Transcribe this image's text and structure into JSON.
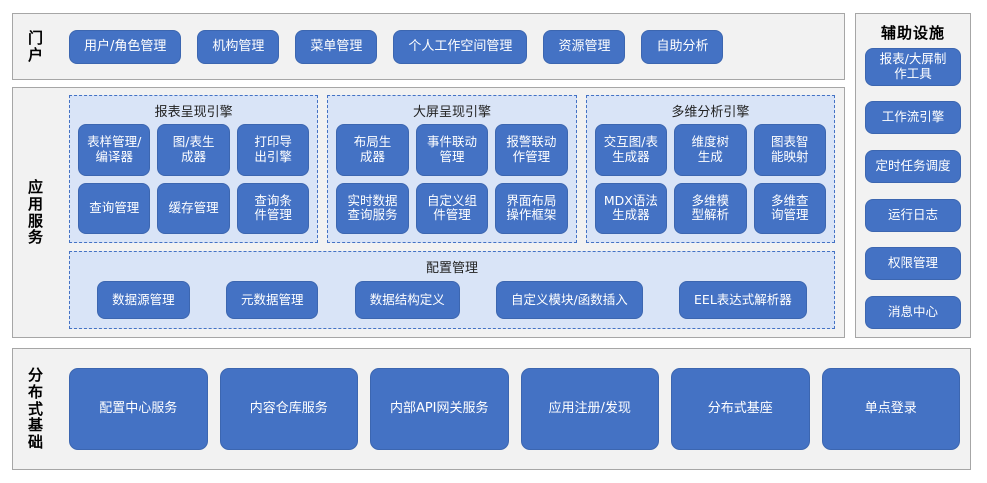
{
  "colors": {
    "button_fill": "#4472c4",
    "group_fill": "#d9e4f7",
    "frame_fill": "#f2f2f2",
    "frame_border": "#a6a6a6",
    "group_border": "#4472c4",
    "button_text": "#ffffff",
    "caption_text": "#000000"
  },
  "portal": {
    "caption": "门户",
    "items": [
      {
        "label": "用户/角色管理"
      },
      {
        "label": "机构管理"
      },
      {
        "label": "菜单管理"
      },
      {
        "label": "个人工作空间管理"
      },
      {
        "label": "资源管理"
      },
      {
        "label": "自助分析"
      }
    ]
  },
  "app_service": {
    "caption": "应用服务",
    "engines": [
      {
        "title": "报表呈现引擎",
        "items": [
          {
            "label": "表样管理/\n编译器"
          },
          {
            "label": "图/表生\n成器"
          },
          {
            "label": "打印导\n出引擎"
          },
          {
            "label": "查询管理"
          },
          {
            "label": "缓存管理"
          },
          {
            "label": "查询条\n件管理"
          }
        ]
      },
      {
        "title": "大屏呈现引擎",
        "items": [
          {
            "label": "布局生\n成器"
          },
          {
            "label": "事件联动\n管理"
          },
          {
            "label": "报警联动\n作管理"
          },
          {
            "label": "实时数据\n查询服务"
          },
          {
            "label": "自定义组\n件管理"
          },
          {
            "label": "界面布局\n操作框架"
          }
        ]
      },
      {
        "title": "多维分析引擎",
        "items": [
          {
            "label": "交互图/表\n生成器"
          },
          {
            "label": "维度树\n生成"
          },
          {
            "label": "图表智\n能映射"
          },
          {
            "label": "MDX语法\n生成器"
          },
          {
            "label": "多维模\n型解析"
          },
          {
            "label": "多维查\n询管理"
          }
        ]
      }
    ],
    "config": {
      "title": "配置管理",
      "items": [
        {
          "label": "数据源管理"
        },
        {
          "label": "元数据管理"
        },
        {
          "label": "数据结构定义"
        },
        {
          "label": "自定义模块/函数插入"
        },
        {
          "label": "EEL表达式解析器"
        }
      ]
    }
  },
  "aux_facilities": {
    "title": "辅助设施",
    "items": [
      {
        "label": "报表/大屏制\n作工具"
      },
      {
        "label": "工作流引擎"
      },
      {
        "label": "定时任务调度"
      },
      {
        "label": "运行日志"
      },
      {
        "label": "权限管理"
      },
      {
        "label": "消息中心"
      }
    ]
  },
  "distributed_base": {
    "caption": "分布式基础",
    "items": [
      {
        "label": "配置中心服务"
      },
      {
        "label": "内容仓库服务"
      },
      {
        "label": "内部API网关服务"
      },
      {
        "label": "应用注册/发现"
      },
      {
        "label": "分布式基座"
      },
      {
        "label": "单点登录"
      }
    ]
  }
}
